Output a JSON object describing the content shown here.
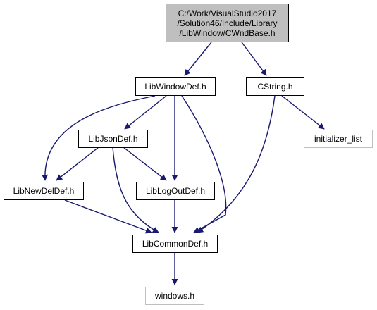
{
  "diagram": {
    "root": {
      "lines": [
        "C:/Work/VisualStudio2017",
        "/Solution46/Include/Library",
        "/LibWindow/CWndBase.h"
      ]
    },
    "nodes": {
      "libwindowdef": "LibWindowDef.h",
      "cstring": "CString.h",
      "libjsondef": "LibJsonDef.h",
      "initializer_list": "initializer_list",
      "libnewdeldef": "LibNewDelDef.h",
      "liblogoutdef": "LibLogOutDef.h",
      "libcommondef": "LibCommonDef.h",
      "windows": "windows.h"
    },
    "edges": [
      [
        "root",
        "libwindowdef"
      ],
      [
        "root",
        "cstring"
      ],
      [
        "libwindowdef",
        "libjsondef"
      ],
      [
        "libwindowdef",
        "libnewdeldef"
      ],
      [
        "libwindowdef",
        "liblogoutdef"
      ],
      [
        "libwindowdef",
        "libcommondef"
      ],
      [
        "libjsondef",
        "libnewdeldef"
      ],
      [
        "libjsondef",
        "liblogoutdef"
      ],
      [
        "libjsondef",
        "libcommondef"
      ],
      [
        "libnewdeldef",
        "libcommondef"
      ],
      [
        "liblogoutdef",
        "libcommondef"
      ],
      [
        "cstring",
        "initializer_list"
      ],
      [
        "cstring",
        "libcommondef"
      ],
      [
        "libcommondef",
        "windows"
      ]
    ],
    "colors": {
      "edge": "#191970",
      "root_fill": "#bfbfbf",
      "node_border": "#000000",
      "external_border": "#bfbfbf"
    }
  }
}
